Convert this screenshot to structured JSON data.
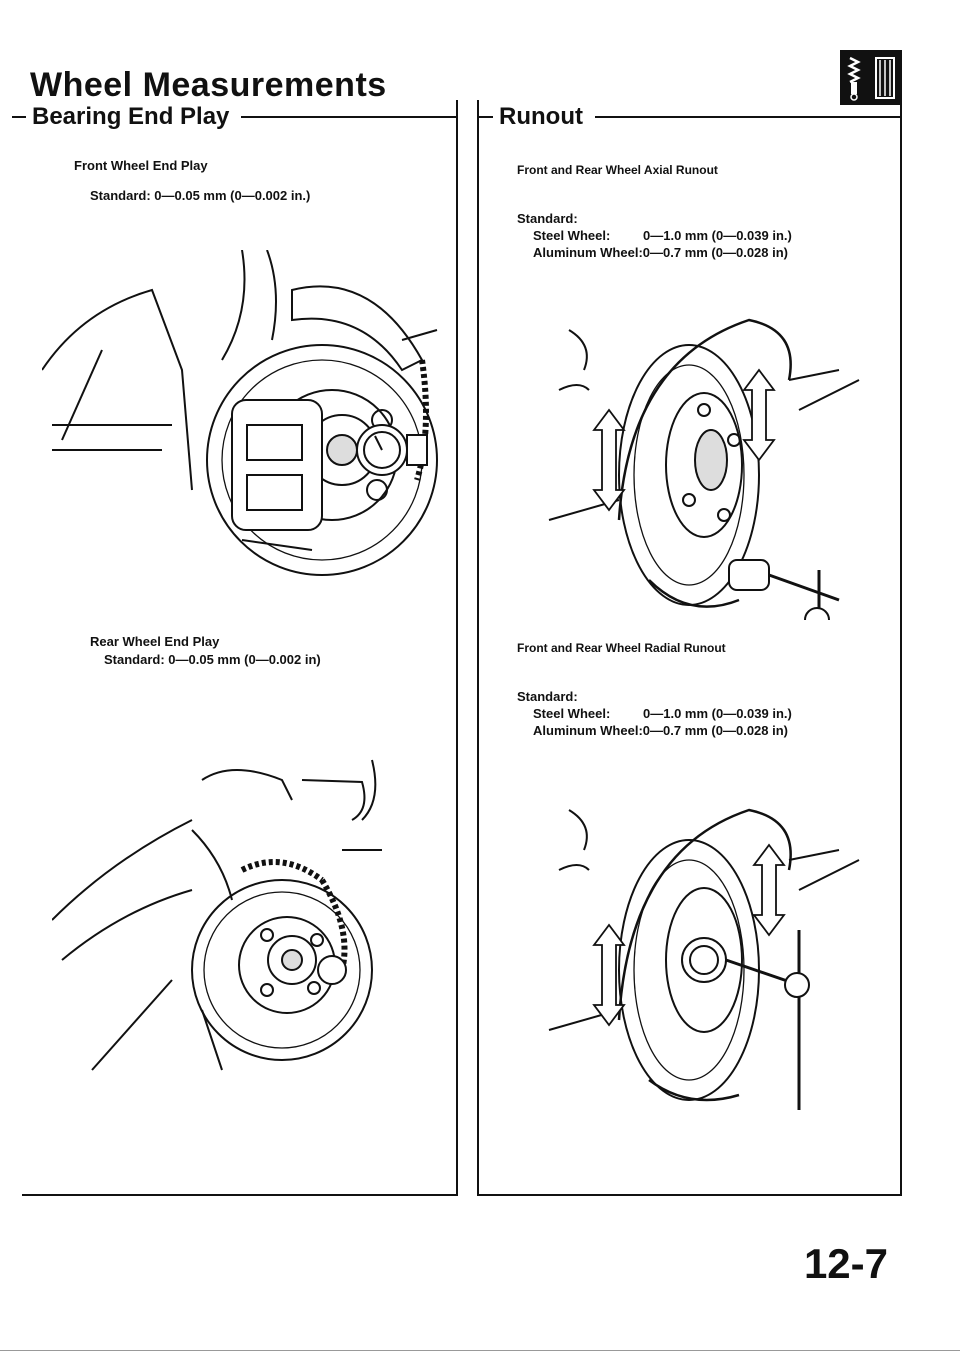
{
  "page": {
    "title": "Wheel Measurements",
    "page_number": "12-7"
  },
  "icons": {
    "section_icon": "suspension-strut-icon"
  },
  "bearing_end_play": {
    "heading": "Bearing End Play",
    "front": {
      "label": "Front Wheel End Play",
      "standard": "Standard: 0—0.05 mm (0—0.002 in.)"
    },
    "rear": {
      "label": "Rear Wheel End Play",
      "standard": "Standard: 0—0.05 mm (0—0.002 in)"
    }
  },
  "runout": {
    "heading": "Runout",
    "axial": {
      "label": "Front and Rear Wheel Axial Runout",
      "standard_label": "Standard:",
      "steel_key": "Steel Wheel:",
      "steel_value": "0—1.0 mm (0—0.039 in.)",
      "aluminum": "Aluminum Wheel:0—0.7 mm (0—0.028 in)"
    },
    "radial": {
      "label": "Front and Rear Wheel Radial Runout",
      "standard_label": "Standard:",
      "steel_key": "Steel Wheel:",
      "steel_value": "0—1.0 mm (0—0.039 in.)",
      "aluminum": "Aluminum Wheel:0—0.7 mm (0—0.028 in)"
    }
  }
}
